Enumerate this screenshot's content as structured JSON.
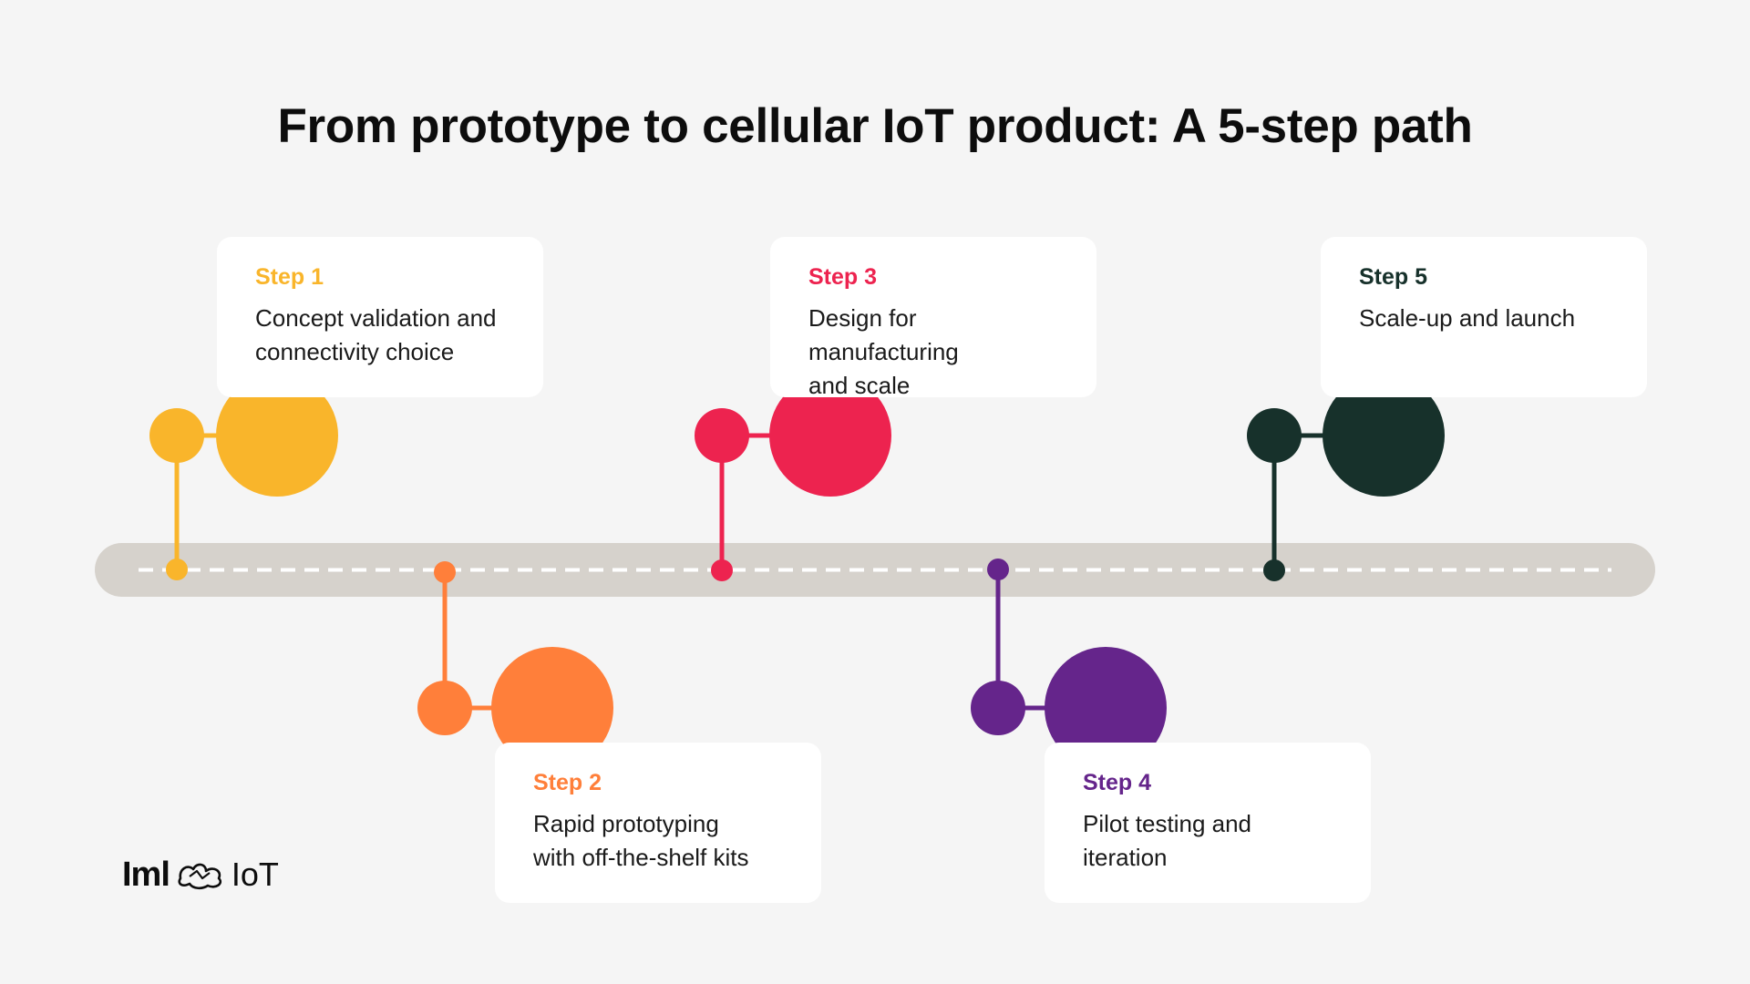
{
  "title": "From prototype to cellular IoT product: A 5-step path",
  "colors": {
    "background": "#f5f5f5",
    "track": "#d6d2cc",
    "dashes": "#ffffff",
    "step1": "#f9b52b",
    "step2": "#ff7f3a",
    "step3": "#ed234f",
    "step4": "#65258b",
    "step5": "#17312b"
  },
  "steps": [
    {
      "label": "Step 1",
      "description": "Concept validation and\nconnectivity choice",
      "color": "#f9b52b"
    },
    {
      "label": "Step 2",
      "description": "Rapid prototyping\nwith off-the-shelf kits",
      "color": "#ff7f3a"
    },
    {
      "label": "Step 3",
      "description": "Design for manufacturing\nand scale",
      "color": "#ed234f"
    },
    {
      "label": "Step 4",
      "description": "Pilot testing and\niteration",
      "color": "#65258b"
    },
    {
      "label": "Step 5",
      "description": "Scale-up and launch",
      "color": "#17312b"
    }
  ],
  "logo": {
    "brand": "Iml",
    "icon": "ink-blot-logo-icon",
    "suffix": "IoT"
  }
}
